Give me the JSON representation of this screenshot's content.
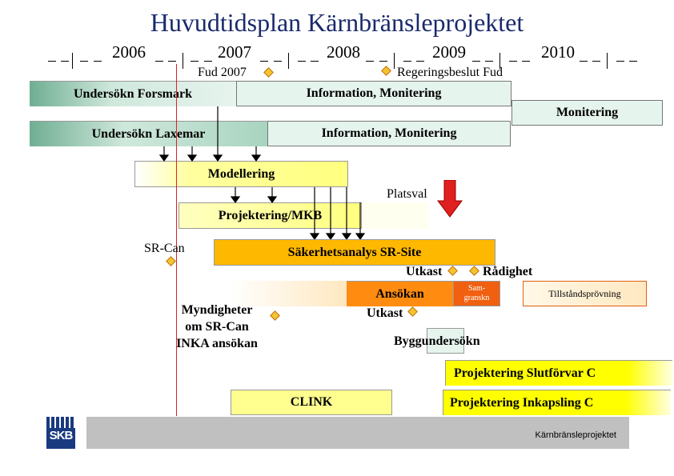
{
  "title": "Huvudtidsplan Kärnbränsleprojektet",
  "years": [
    "2006",
    "2007",
    "2008",
    "2009",
    "2010"
  ],
  "milestones": {
    "fud2007": "Fud 2007",
    "regeringsbeslut": "Regeringsbeslut Fud",
    "platsval": "Platsval",
    "sr_can": "SR-Can",
    "utkast1": "Utkast",
    "radighet": "Rådighet",
    "utkast2": "Utkast",
    "myndigheter": [
      "Myndigheter",
      "om SR-Can",
      "INKA ansökan"
    ]
  },
  "bars": {
    "forsmark": "Undersökn Forsmark",
    "info1": "Information, Monitering",
    "monitering": "Monitering",
    "laxemar": "Undersökn Laxemar",
    "info2": "Information, Monitering",
    "modellering": "Modellering",
    "projektering_mkb": "Projektering/MKB",
    "sakerhetsanalys": "Säkerhetsanalys SR-Site",
    "ansokan": "Ansökan",
    "samgranskn": [
      "Sam-",
      "granskn"
    ],
    "tillstand": "Tillståndsprövning",
    "byggundersokn": "Byggundersökn",
    "slutforvar": "Projektering Slutförvar C",
    "clink": "CLINK",
    "inkapsling": "Projektering Inkapsling C"
  },
  "footer": "Kärnbränsleprojektet",
  "logo": "SKB",
  "colors": {
    "title": "#1a2a6c",
    "green": "#cfe8dc",
    "yellow": "#ffff80",
    "orange": "#ffb000",
    "red": "#e02020"
  }
}
